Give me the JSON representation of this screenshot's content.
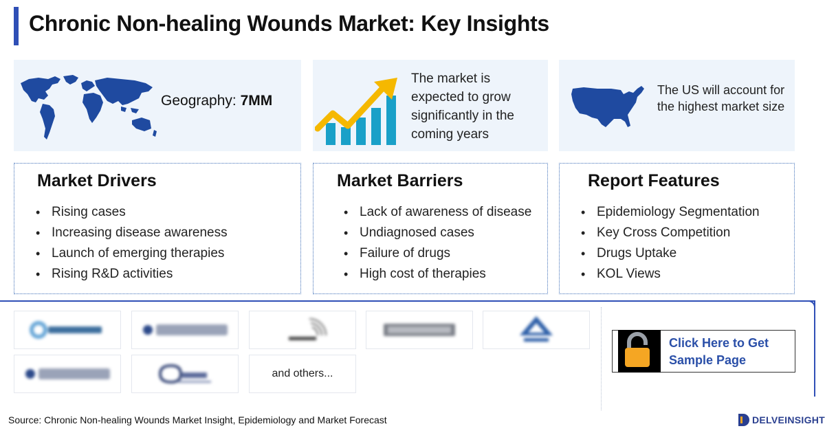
{
  "header": {
    "title": "Chronic Non-healing Wounds Market: Key Insights"
  },
  "insights": {
    "geography_label": "Geography: ",
    "geography_value": "7MM",
    "growth_text": "The market is expected to grow significantly in the coming years",
    "us_text": "The US will account for the highest market size"
  },
  "drivers": {
    "title": "Market Drivers",
    "items": [
      "Rising cases",
      "Increasing disease awareness",
      "Launch of emerging therapies",
      "Rising R&D activities"
    ]
  },
  "barriers": {
    "title": "Market Barriers",
    "items": [
      "Lack of awareness of disease",
      "Undiagnosed cases",
      "Failure of drugs",
      "High cost of therapies"
    ]
  },
  "features": {
    "title": "Report Features",
    "items": [
      "Epidemiology Segmentation",
      "Key Cross Competition",
      "Drugs Uptake",
      "KOL Views"
    ]
  },
  "companies": {
    "others_label": "and others..."
  },
  "cta": {
    "label": "Click Here to Get Sample Page"
  },
  "footer": {
    "source": "Source: Chronic Non-healing Wounds Market Insight, Epidemiology and Market Forecast",
    "brand": "DELVEINSIGHT"
  },
  "colors": {
    "accent": "#2f4fb6",
    "card_bg": "#eef4fb",
    "map_blue": "#1f4aa0",
    "arrow_yellow": "#f5b800",
    "bar_teal": "#1aa0c8",
    "lock_orange": "#f5a623",
    "link_blue": "#2a4fa8"
  }
}
